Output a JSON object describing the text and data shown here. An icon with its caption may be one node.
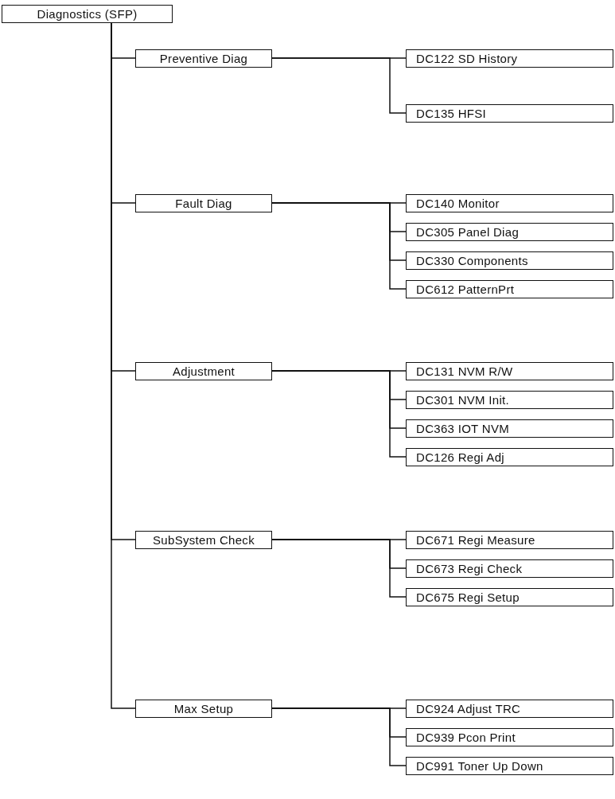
{
  "diagram": {
    "nodes": [
      {
        "text": [
          "Diagnostics (SFP)"
        ]
      },
      {
        "text": [
          "Preventive Diag"
        ]
      },
      {
        "text": [
          "DC122 SD History"
        ]
      },
      {
        "text": [
          "DC135 HFSI"
        ]
      },
      {
        "text": [
          "Fault Diag"
        ]
      },
      {
        "text": [
          "DC140 Monitor"
        ]
      },
      {
        "text": [
          "DC305 Panel Diag"
        ]
      },
      {
        "text": [
          "DC330 Components"
        ]
      },
      {
        "text": [
          "DC612 PatternPrt"
        ]
      },
      {
        "text": [
          "Adjustment"
        ]
      },
      {
        "text": [
          "DC131 NVM R/W"
        ]
      },
      {
        "text": [
          "DC301 NVM Init."
        ]
      },
      {
        "text": [
          "DC363 IOT NVM"
        ]
      },
      {
        "text": [
          "DC126 Regi Adj"
        ]
      },
      {
        "text": [
          "SubSystem Check"
        ]
      },
      {
        "text": [
          "DC671 Regi Measure"
        ]
      },
      {
        "text": [
          "DC673 Regi Check"
        ]
      },
      {
        "text": [
          "DC675 Regi Setup"
        ]
      },
      {
        "text": [
          "Max Setup"
        ]
      },
      {
        "text": [
          "DC924 Adjust TRC"
        ]
      },
      {
        "text": [
          "DC939 Pcon Print"
        ]
      },
      {
        "text": [
          "DC991 Toner Up Down"
        ]
      }
    ],
    "edges": [
      {
        "from": 0,
        "to": 1,
        "arrow": "none"
      },
      {
        "from": 0,
        "to": 4,
        "arrow": "none"
      },
      {
        "from": 0,
        "to": 9,
        "arrow": "none"
      },
      {
        "from": 0,
        "to": 14,
        "arrow": "none"
      },
      {
        "from": 0,
        "to": 18,
        "arrow": "none"
      },
      {
        "from": 1,
        "to": 2,
        "arrow": "none"
      },
      {
        "from": 1,
        "to": 3,
        "arrow": "none"
      },
      {
        "from": 4,
        "to": 5,
        "arrow": "none"
      },
      {
        "from": 4,
        "to": 6,
        "arrow": "none"
      },
      {
        "from": 4,
        "to": 7,
        "arrow": "none"
      },
      {
        "from": 4,
        "to": 8,
        "arrow": "none"
      },
      {
        "from": 9,
        "to": 10,
        "arrow": "none"
      },
      {
        "from": 9,
        "to": 11,
        "arrow": "none"
      },
      {
        "from": 9,
        "to": 12,
        "arrow": "none"
      },
      {
        "from": 9,
        "to": 13,
        "arrow": "none"
      },
      {
        "from": 14,
        "to": 15,
        "arrow": "none"
      },
      {
        "from": 14,
        "to": 16,
        "arrow": "none"
      },
      {
        "from": 14,
        "to": 17,
        "arrow": "none"
      },
      {
        "from": 18,
        "to": 19,
        "arrow": "none"
      },
      {
        "from": 18,
        "to": 20,
        "arrow": "none"
      },
      {
        "from": 18,
        "to": 21,
        "arrow": "none"
      }
    ]
  }
}
